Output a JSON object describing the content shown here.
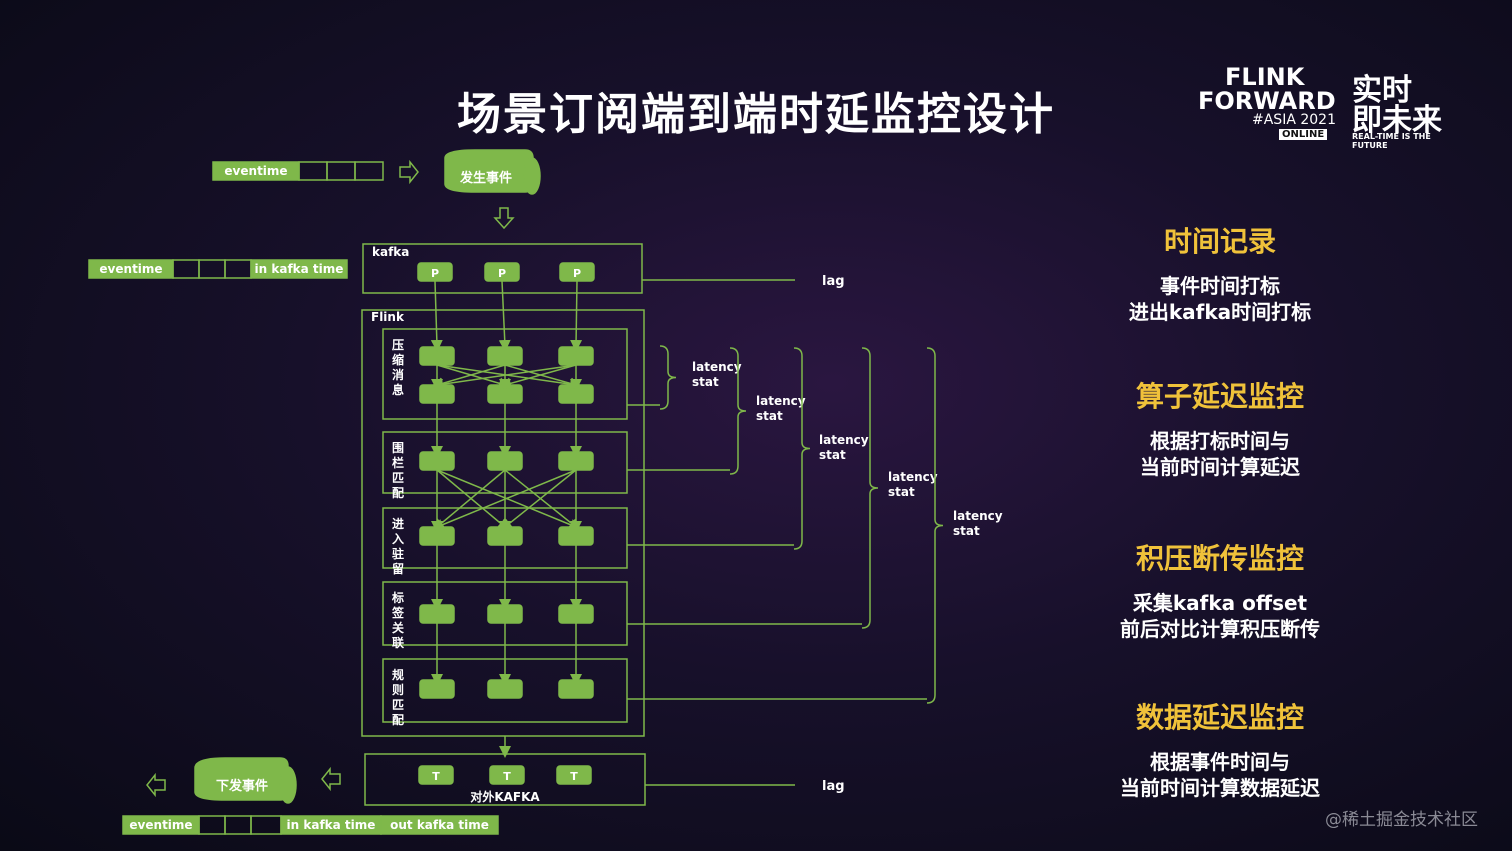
{
  "title": "场景订阅端到端时延监控设计",
  "logo": {
    "line1": "FLINK",
    "line2": "FORWARD",
    "line3": "#ASIA 2021",
    "badge": "ONLINE",
    "cn1": "实时",
    "cn2": "即未来",
    "tagline": "REAL-TIME IS THE FUTURE"
  },
  "diagram": {
    "top_bar": {
      "label": "eventime"
    },
    "event_source": "发生事件",
    "kafka_bar": {
      "left_label": "eventime",
      "right_label": "in kafka time"
    },
    "kafka_box": "kafka",
    "partition_label": "P",
    "lag_label": "lag",
    "flink_box": "Flink",
    "stages": [
      "压缩消息",
      "围栏匹配",
      "进入驻留",
      "标签关联",
      "规则匹配"
    ],
    "latency_labels": [
      "latency\nstat",
      "latency\nstat",
      "latency\nstat",
      "latency\nstat",
      "latency\nstat"
    ],
    "out_box": "对外KAFKA",
    "topic_label": "T",
    "sink": "下发事件",
    "bottom_bar": {
      "left_label": "eventime",
      "mid_label": "in kafka time",
      "right_label": "out kafka time"
    }
  },
  "sections": [
    {
      "heading": "时间记录",
      "lines": [
        "事件时间打标",
        "进出kafka时间打标"
      ]
    },
    {
      "heading": "算子延迟监控",
      "lines": [
        "根据打标时间与",
        "当前时间计算延迟"
      ]
    },
    {
      "heading": "积压断传监控",
      "lines": [
        "采集kafka offset",
        "前后对比计算积压断传"
      ]
    },
    {
      "heading": "数据延迟监控",
      "lines": [
        "根据事件时间与",
        "当前时间计算数据延迟"
      ]
    }
  ],
  "watermark": "@稀土掘金技术社区",
  "colors": {
    "green": "#7fb84a",
    "line": "#8bc34a",
    "accent": "#f0c23a"
  }
}
